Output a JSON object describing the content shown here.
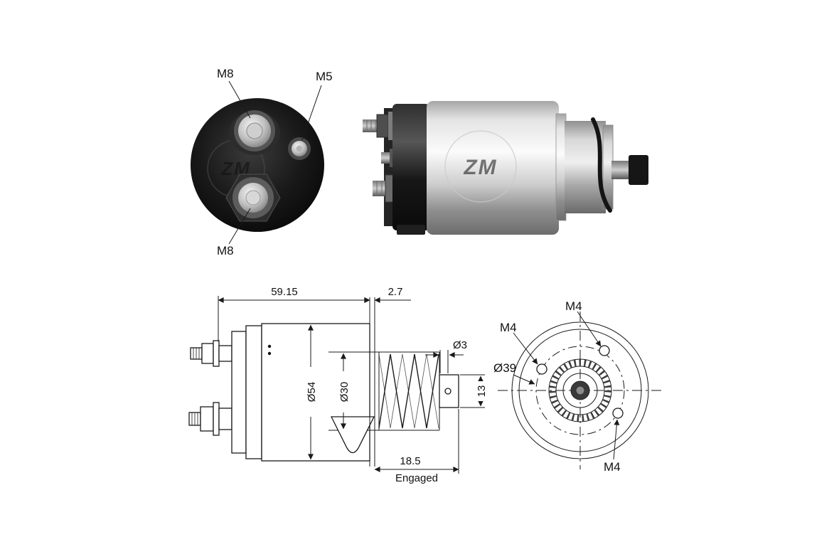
{
  "watermark": "ZM",
  "front_view": {
    "m8_top": "M8",
    "m5": "M5",
    "m8_bottom": "M8"
  },
  "side_view": {
    "length": "59.15",
    "flange_thickness": "2.7",
    "body_diameter": "Ø54",
    "bore_diameter": "Ø30",
    "pin_diameter": "Ø3",
    "rod_height": "13",
    "travel": "18.5",
    "travel_state": "Engaged"
  },
  "rear_view": {
    "m4_top": "M4",
    "m4_left": "M4",
    "m4_bottom": "M4",
    "bolt_circle_diameter": "Ø39"
  }
}
